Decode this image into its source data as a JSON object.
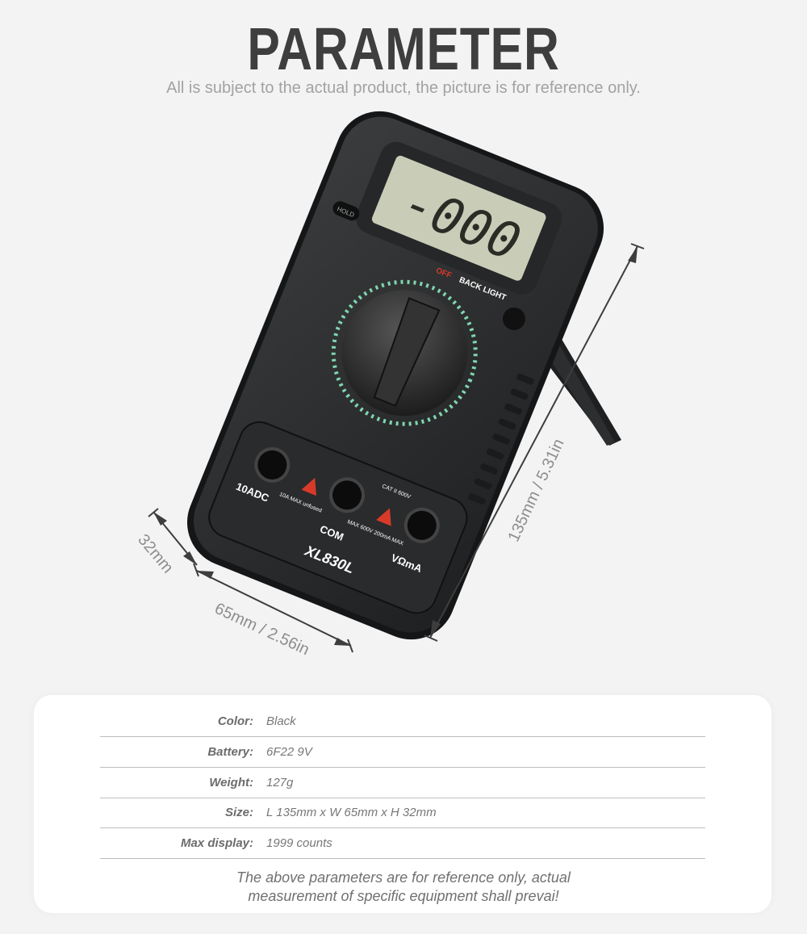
{
  "header": {
    "title": "PARAMETER",
    "subtitle": "All is subject to the actual product, the picture is for reference only."
  },
  "product_image": {
    "display": "-000",
    "model": "XL830L",
    "hold_label": "HOLD",
    "backlight_label": "BACK LIGHT",
    "off_label": "OFF",
    "jack_labels": [
      "10ADC",
      "COM",
      "VΩmA"
    ],
    "jack_warnings": [
      "10A MAX unfused",
      "MAX 600V 200mA MAX"
    ],
    "cat_label": "CAT II 600V",
    "dimensions": {
      "height": "135mm / 5.31in",
      "width": "65mm / 2.56in",
      "depth": "32mm"
    }
  },
  "specs": [
    {
      "label": "Color:",
      "value": "Black"
    },
    {
      "label": "Battery:",
      "value": "6F22 9V"
    },
    {
      "label": "Weight:",
      "value": "127g"
    },
    {
      "label": "Size:",
      "value": "L 135mm x W 65mm x H 32mm"
    },
    {
      "label": "Max display:",
      "value": "1999 counts"
    }
  ],
  "footnote": {
    "line1": "The above parameters are for reference only, actual",
    "line2": "measurement of specific equipment shall prevai!"
  },
  "colors": {
    "body": "#2e2f30",
    "lcd": "#c9cdb8",
    "accent_green": "#7fd6b0",
    "accent_red": "#d83a2a",
    "card": "#ffffff"
  }
}
